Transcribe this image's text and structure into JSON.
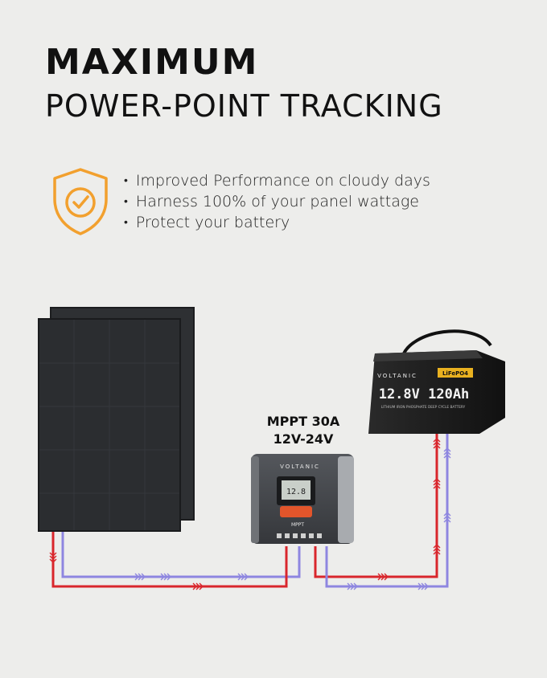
{
  "heading": {
    "line1": "MAXIMUM",
    "line2": "POWER-POINT TRACKING"
  },
  "benefits_icon": "shield-check-icon",
  "benefits": [
    "Improved Performance on cloudy days",
    "Harness 100% of your panel wattage",
    "Protect your battery"
  ],
  "controller": {
    "label_line1": "MPPT 30A",
    "label_line2": "12V-24V",
    "brand": "VOLTANIC",
    "screen_reading": "12.8",
    "badge": "MPPT"
  },
  "battery": {
    "brand": "VOLTANIC",
    "type_badge": "LiFePO4",
    "rating": "12.8V 120Ah",
    "subtitle": "LITHIUM IRON PHOSPHATE DEEP CYCLE BATTERY"
  },
  "colors": {
    "accent_orange": "#f2a02e",
    "wire_positive": "#d9262c",
    "wire_negative": "#8e86e0",
    "panel": "#2b2d30",
    "background": "#ededeb"
  }
}
